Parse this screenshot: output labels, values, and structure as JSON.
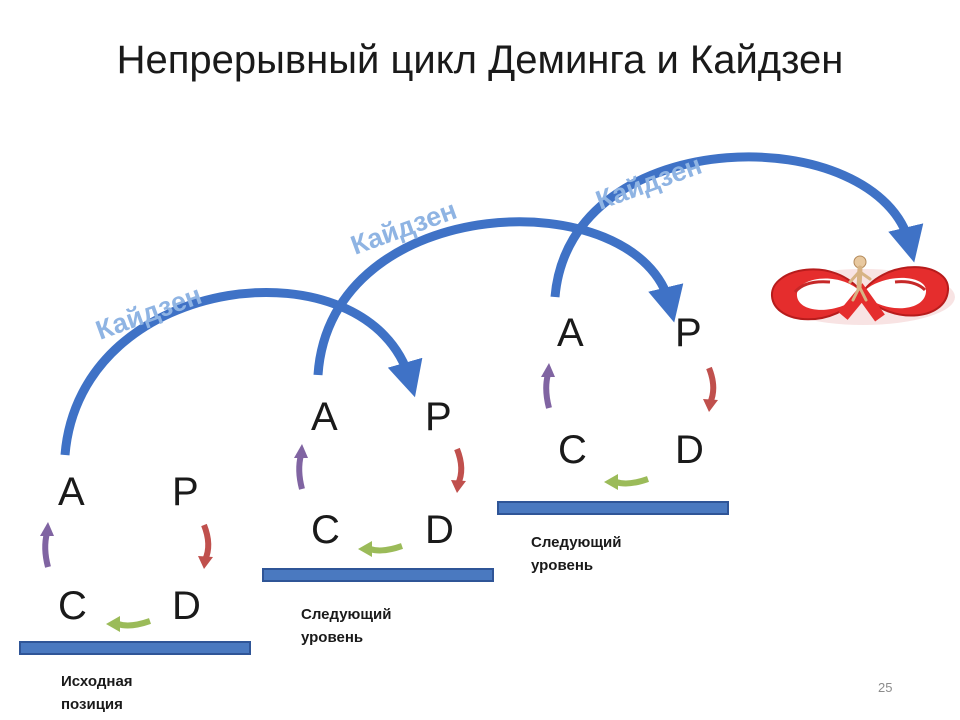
{
  "title": "Непрерывный цикл Деминга и Кайдзен",
  "cycle_letters": {
    "a": "A",
    "p": "P",
    "c": "C",
    "d": "D"
  },
  "kaizen_label": "Кайдзен",
  "levels": [
    {
      "label_line1": "Исходная",
      "label_line2": "позиция"
    },
    {
      "label_line1": "Следующий",
      "label_line2": "уровень"
    },
    {
      "label_line1": "Следующий",
      "label_line2": "уровень"
    }
  ],
  "page_number": "25",
  "colors": {
    "platform": "#4a79c0",
    "platform_border": "#2f5597",
    "kaizen_arrow": "#3f72c6",
    "kaizen_text": "#8fb4e3",
    "arrow_p_to_d": "#c0504d",
    "arrow_d_to_c": "#9bbb59",
    "arrow_c_to_a": "#8064a2",
    "infinity_symbol": "#e52d2d"
  },
  "icons": {
    "goal": "red-infinity-symbol-with-figure"
  }
}
